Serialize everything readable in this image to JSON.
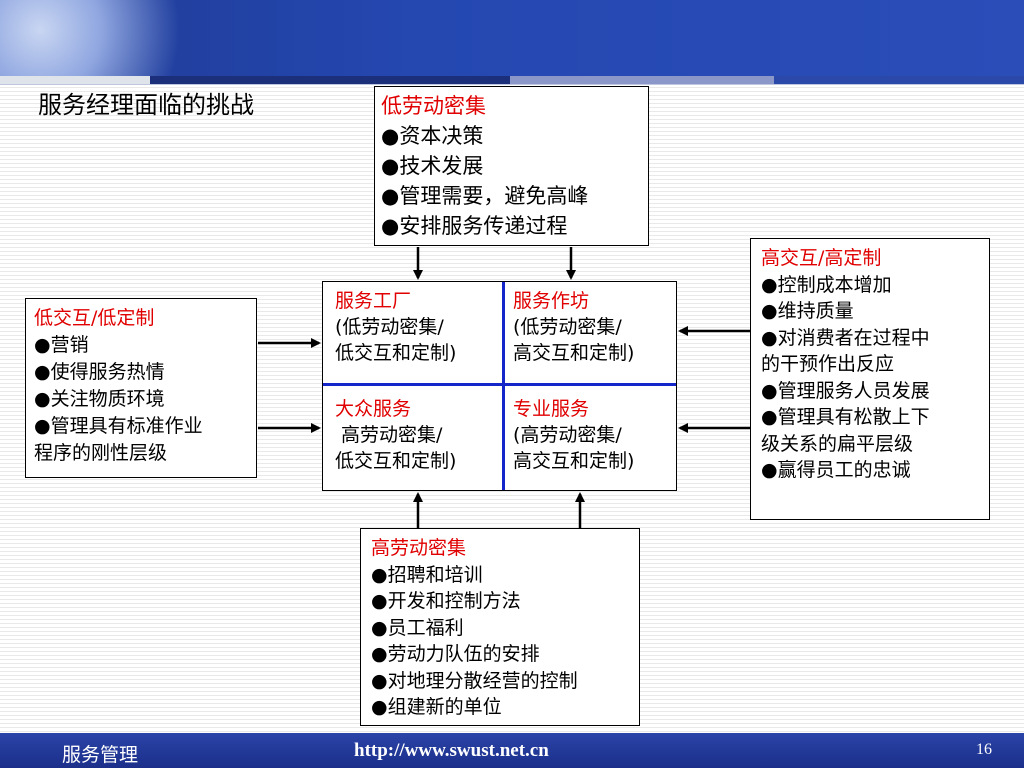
{
  "title": "服务经理面临的挑战",
  "top_box": {
    "title": "低劳动密集",
    "items": [
      "●资本决策",
      "●技术发展",
      "●管理需要，避免高峰",
      "●安排服务传递过程"
    ]
  },
  "left_box": {
    "title": "低交互/低定制",
    "items": [
      "●营销",
      "●使得服务热情",
      "●关注物质环境",
      "●管理具有标准作业",
      "程序的刚性层级"
    ]
  },
  "right_box": {
    "title": "高交互/高定制",
    "items": [
      "●控制成本增加",
      "●维持质量",
      "●对消费者在过程中",
      "的干预作出反应",
      "●管理服务人员发展",
      "●管理具有松散上下",
      "级关系的扁平层级",
      "●赢得员工的忠诚"
    ]
  },
  "bottom_box": {
    "title": "高劳动密集",
    "items": [
      "●招聘和培训",
      "●开发和控制方法",
      "●员工福利",
      "●劳动力队伍的安排",
      "●对地理分散经营的控制",
      "●组建新的单位"
    ]
  },
  "matrix": {
    "q1": {
      "title": "服务工厂",
      "line1": "(低劳动密集/",
      "line2": "低交互和定制)"
    },
    "q2": {
      "title": "服务作坊",
      "line1": "(低劳动密集/",
      "line2": "高交互和定制)"
    },
    "q3": {
      "title": "大众服务",
      "line1": " 高劳动密集/",
      "line2": "低交互和定制)"
    },
    "q4": {
      "title": "专业服务",
      "line1": "(高劳动密集/",
      "line2": "高交互和定制)"
    }
  },
  "footer": {
    "left": "服务管理",
    "url": "http://www.swust.net.cn",
    "page": "16"
  }
}
